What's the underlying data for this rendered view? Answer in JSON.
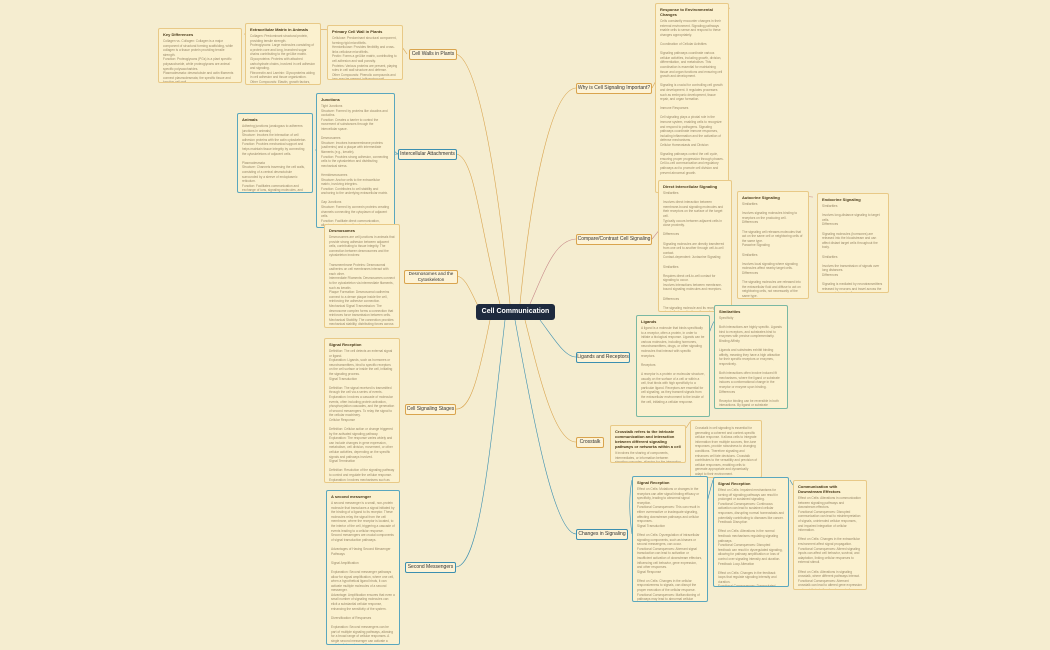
{
  "central": {
    "label": "Cell Communication"
  },
  "branches": {
    "cell_walls": "Cell Walls in Plants",
    "why_signaling": "Why is Cell Signaling Important?",
    "intercellular": "Intercellular Attachments",
    "compare_contrast": "Compare/Contrast Cell Signaling",
    "desmosomes": "Desmosomes and the Cytoskeleton",
    "ligands": "Ligands and Receptors",
    "stages": "Cell Signaling Stages",
    "crosstalk": "Crosstalk",
    "changes": "Changes in Signaling",
    "second_messengers": "Second Messengers"
  },
  "notes": {
    "key_differences": {
      "title": "Key Differences",
      "body": "Collagen vs. Collagen: Collagen is a major component of structural forming scaffolding, while collagen is a tissue protein providing tensile strength.\nFunction: Proteoglycans (PGs) is a plant specific polysaccharide, while proteoglycans are animal specific polysaccharides.\nPlasmodesmata: desmotubule and actin filaments connect plasmodesmata; the specific tissue and function cell wall."
    },
    "extracellular_matrix": {
      "title": "Extracellular Matrix in Animals",
      "body": "Collagen: Predominant structural protein, providing tensile strength.\nProteoglycans: Large molecules consisting of a protein core and long, branched sugar chains contributing to the gel-like matrix.\nGlycoproteins: Proteins with attached carbohydrate chains, involved in cell adhesion and signaling.\nFibronectin and Laminin: Glycoproteins aiding in cell adhesion and tissue organization.\nOther Compounds: Elastin, growth factors, and other signaling molecules embedded."
    },
    "primary_wall": {
      "title": "Primary Cell Wall in Plants",
      "body": "Cellulose: Predominant structural component, forming rigid microfibrils.\nHemicellulose: Provides flexibility and cross-links cellulose microfibrils.\nPectin: Forms a gel-like matrix, contributing to cell adhesion and wall porosity.\nProteins: Various proteins are present, playing roles in cell wall structure and defense.\nOther Compounds: Phenolic compounds and ions may be present, influencing wall properties."
    },
    "importance": {
      "title": "Response to Environmental Changes",
      "body": "Cells constantly encounter changes in their external environment. Signaling pathways enable cells to sense and respond to these changes appropriately.\n\nCoordination of Cellular Activities\n\nSignaling pathways coordinate various cellular activities, including growth, division, differentiation, and metabolism. This coordination is essential for maintaining tissue and organ functions and ensuring cell growth and development.\n\nSignaling is crucial for controlling cell growth and development. It regulates processes such as embryonic development, tissue repair, and organ formation.\n\nImmune Responses\n\nCell signaling plays a pivotal role in the immune system, enabling cells to recognize and respond to pathogens. Signaling pathways coordinate immune responses, including inflammation and the activation of defense mechanisms.\nCellular Homeostasis and Division\n\nSignaling pathways control the cell cycle, ensuring proper progression through phases. Cell-to-cell communication and regulatory pathways act to promote cell division and prevent abnormal growth."
    },
    "junctions": {
      "title": "Junctions",
      "body": "Tight Junctions\nStructure: Formed by proteins like claudins and occludins.\nFunction: Creates a barrier to control the movement of substances through the intercellular space.\n\nDesmosomes\nStructure: Involves transmembrane proteins (cadherins) and a plaque with intermediate filaments (e.g., keratin).\nFunction: Provides strong adhesion, connecting cells to the cytoskeleton and distributing mechanical stress.\n\nHemidesmosomes\nStructure: Anchor cells to the extracellular matrix, involving integrins.\nFunction: Contributes to cell stability and anchoring to the underlying extracellular matrix.\n\nGap Junctions\nStructure: Formed by connexin proteins creating channels connecting the cytoplasm of adjacent cells.\nFunction: Facilitate direct communication, allowing ions and small molecules to pass between cells."
    },
    "anchoring": {
      "title": "Animals",
      "body": "Adhering junctions (analogous to adherens junctions in animals)\nStructure: Involves the interaction of cell adhesion proteins with the actin cytoskeleton.\nFunction: Provides mechanical support and helps maintain tissue integrity by connecting the cytoskeletons of adjacent cells.\n\nPlasmodesmata\nStructure: Channels traversing the cell walls, consisting of a central desmotubule surrounded by a sleeve of endoplasmic reticulum.\nFunction: Facilitates communication and exchange of ions, signaling molecules, and nutrients between plant cells."
    },
    "desmo_detail": {
      "title": "Desmosomes",
      "body": "Desmosomes are cell junctions in animals that provide strong adhesion between adjacent cells, contributing to tissue integrity. The connection between desmosomes and the cytoskeleton involves:\n\nTransmembrane Proteins: Desmosomal cadherins on cell membranes interact with each other.\nIntermediate Filaments: Desmosomes connect to the cytoskeleton via intermediate filaments, such as keratin.\nPlaque Formation: Desmosomal cadherins connect to a dense plaque inside the cell, reinforcing the adhesive connection.\nMechanical Signal Transmission: The desmosome complex forms a connection that reinforces force transmission between cells.\nMechanical Stability: The connection provides mechanical stability, distributing forces across tissues and withstanding mechanical stress.\nDynamic Regulation: Desmosomal composition and properties are dynamic and can be regulated, influencing tissue changes and stability."
    },
    "stages_detail": {
      "title": "Signal Reception",
      "body": "Definition: The cell detects an external signal or ligand.\nExplanation: Ligands, such as hormones or neurotransmitters, bind to specific receptors on the cell surface or inside the cell, initiating the signaling process.\nSignal Transduction\n\nDefinition: The signal received is transmitted through the cell via a series of events.\nExplanation: Involves a cascade of molecular events, often including protein activation, phosphorylation cascades, and the generation of second messengers. To relay the signal to the cellular machinery.\nCellular Response\n\nDefinition: Cellular action or change triggered by the activated signaling pathway.\nExplanation: The response varies widely and can include changes in gene expression, metabolism, cell division, movement, or other cellular activities, depending on the specific signals and pathways involved.\nSignal Termination\n\nDefinition: Resolution of the signaling pathway to control and regulate the cellular response.\nExplanation: Involves mechanisms such as receptor internalization, enzymatic dephosphorylation of activated proteins, or activation of negative feedback loops to ensure proper signaling balance."
    },
    "second_detail": {
      "title": "A second messenger",
      "body": "A second messenger is a small, non-protein molecule that transduces a signal initiated by the binding of a ligand to its receptor. These molecules relay the signal from the cell membrane, where the receptor is located, to the interior of the cell, triggering a cascade of events leading to a cellular response. Second messengers are crucial components of signal transduction pathways.\n\nAdvantages of Having Second Messenger Pathways\n\nSignal Amplification\n\nExplanation: Second messenger pathways allow for signal amplification, where one cell, when a hypothetical ligand binds, it can activate multiple molecules of a second messenger.\nAdvantage: Amplification ensures that even a small number of signaling molecules can elicit a substantial cellular response, enhancing the sensitivity of the system.\n\nDiversification of Responses\n\nExplanation: Second messengers can be part of multiple signaling pathways, allowing for a broad range of cellular responses. A single second messenger can activate a variety of downstream effectors.\nAdvantage: Diversification enables cells to respond to different signals with appropriate and specific responses."
    },
    "compare_direct": {
      "title": "Direct Intercellular Signaling",
      "body": "Similarities\n\nInvolves direct interaction between membrane-bound signaling molecules and their receptors on the surface of the target cell.\nTypically occurs between adjacent cells in close proximity.\n\nDifferences\n\nSignaling molecules are directly transferred from one cell to another through cell-to-cell contact.\nContact-dependent: Juxtacrine Signaling\n\nSimilarities\n\nRequires direct cell-to-cell contact for signaling to occur.\nInvolves interactions between membrane-bound signaling molecules and receptors.\n\nDifferences\n\nThe signaling molecule and its receptor are physically bound to the cell membrane, and the signal is transmitted through direct contact."
    },
    "compare_autocrine": {
      "title": "Autocrine Signaling",
      "body": "Similarities\n\nInvolves signaling molecules binding to receptors on the producing cell.\nDifferences\n\nThe signaling cell releases molecules that act on the same cell or neighboring cells of the same type.\nParacrine Signaling\n\nSimilarities\n\nInvolves local signaling where signaling molecules affect nearby target cells.\nDifferences\n\nThe signaling molecules are released into the extracellular fluid and diffuse to act on neighboring cells, not necessarily of the same type."
    },
    "compare_endocrine": {
      "title": "Endocrine Signaling",
      "body": "Similarities\n\nInvolves long-distance signaling to target cells.\nDifferences\n\nSignaling molecules (hormones) are released into the bloodstream and can affect distant target cells throughout the body.\n\nSimilarities\n\nInvolves the transmission of signals over long distances.\nDifferences\n\nSignaling is mediated by neurotransmitters released by neurons and travel across the synapse to target cells."
    },
    "ligand_detail": {
      "title": "Ligands",
      "body": "A ligand is a molecule that binds specifically to a receptor, often a protein, in order to initiate a biological response. Ligands can be various molecules, including hormones, neurotransmitters, drugs, or other signaling molecules that interact with specific receptors.\n\nReceptors\n\nA receptor is a protein or molecular structure, usually on the surface of a cell or within a cell, that binds with high specificity to a particular ligand. Receptors are essential for cell signaling, as they transmit signals from the extracellular environment to the inside of the cell, initiating a cellular response."
    },
    "specificity": {
      "title": "Similarities",
      "body": "Specificity\n\nBoth interactions are highly specific. Ligands bind to receptors, and substrates bind to enzymes with precise complementarity.\nBinding Affinity\n\nLigands and substrates exhibit binding affinity, meaning they have a high attraction for their specific receptors or enzymes, respectively.\n\nBoth interactions often involve induced fit mechanisms, where the ligand or substrate induces a conformational change in the receptor or enzyme upon binding.\nDifferences\n\nReceptor binding can be reversible in both interactions. By ligand or substrate concentration increases, the binding sites on receptors or enzymes become saturated until an available sites are occupied."
    },
    "crosstalk_def": {
      "title": "Crosstalk refers to the intricate communication and interaction between different signaling pathways or networks within a cell",
      "body": "It involves the sharing of components, intermediates, or information between signaling cascades, allowing for the integration of multiple signals, and influencing the overall cellular response."
    },
    "crosstalk_detail": {
      "title": "",
      "body": "Crosstalk in cell signaling is essential for generating a coherent and context-specific cellular response. It allows cells to integrate information from multiple sources, fine-tune responses, provide robustness to changing conditions. Therefore signaling and enhances cell fate decisions. Crosstalk contributes to the versatility and precision of cellular responses, enabling cells to generate appropriate and dynamically adapt to their environment."
    },
    "changes_1": {
      "title": "Signal Reception",
      "body": "Effect on Cells: Mutations or changes in the receptors can alter signal binding efficacy or specificity, leading to abnormal signal reception.\nFunctional Consequences: This can result in either overreactive or inadequate signaling, affecting downstream pathways and cellular responses.\nSignal Transduction\n\nEffect on Cells: Dysregulation of intracellular signaling components, such as kinases or second messengers, can occur.\nFunctional Consequences: Aberrant signal transduction can lead to activation or insufficient activation of downstream effectors, influencing cell behavior, gene expression, and other responses.\nSignal Response\n\nEffect on Cells: Changes in the cellular responsiveness to signals, can disrupt the proper execution of the cellular response.\nFunctional Consequences: Malfunctioning of pathways may lead to abnormal cellular responses, such as uncontrolled cell growth, impaired differentiation, or changes in metabolic processes."
    },
    "changes_2": {
      "title": "Signal Reception",
      "body": "Effect on Cells: Impaired mechanisms for turning off signaling pathways can result in prolonged or sustained signaling.\nFunctional Consequences: Continuous activation can lead to sustained cellular responses, disrupting normal homeostasis and potentially contributing to diseases like cancer.\nFeedback Disruption\n\nEffect on Cells: Alterations in the normal feedback mechanisms regulating signaling pathways.\nFunctional Consequences: Disrupted feedback can result in dysregulated signaling, allowing for pathway amplification or loss of control over signaling intensity and duration.\nFeedback Loop Alteration\n\nEffect on Cells: Changes in the feedback loops that regulate signaling intensity and duration.\nFunctional Consequences: Dysregulated feedback may result in excess amplification or inadequate modulation of signaling pathways, impacting the precision and control of cellular responses."
    },
    "changes_3": {
      "title": "Communication with Downstream Effectors",
      "body": "Effect on Cells: Alterations in communication between signaling pathways and downstream effectors.\nFunctional Consequences: Disrupted communication can lead to misinterpretation of signals, unintended cellular responses, and impaired integration of cellular information.\n\nEffect on Cells: Changes in the extracellular environment affect signal propagation.\nFunctional Consequences: Altered signaling inputs can affect cell behavior, survival, and adaptation, linking cellular responses to external stimuli.\n\nEffect on Cells: Alterations in signaling crosstalk, where different pathways interact.\nFunctional Consequences: Aberrant crosstalk can lead to altered gene expression and contribute to the development of diseases or tissue dysfunction."
    }
  }
}
